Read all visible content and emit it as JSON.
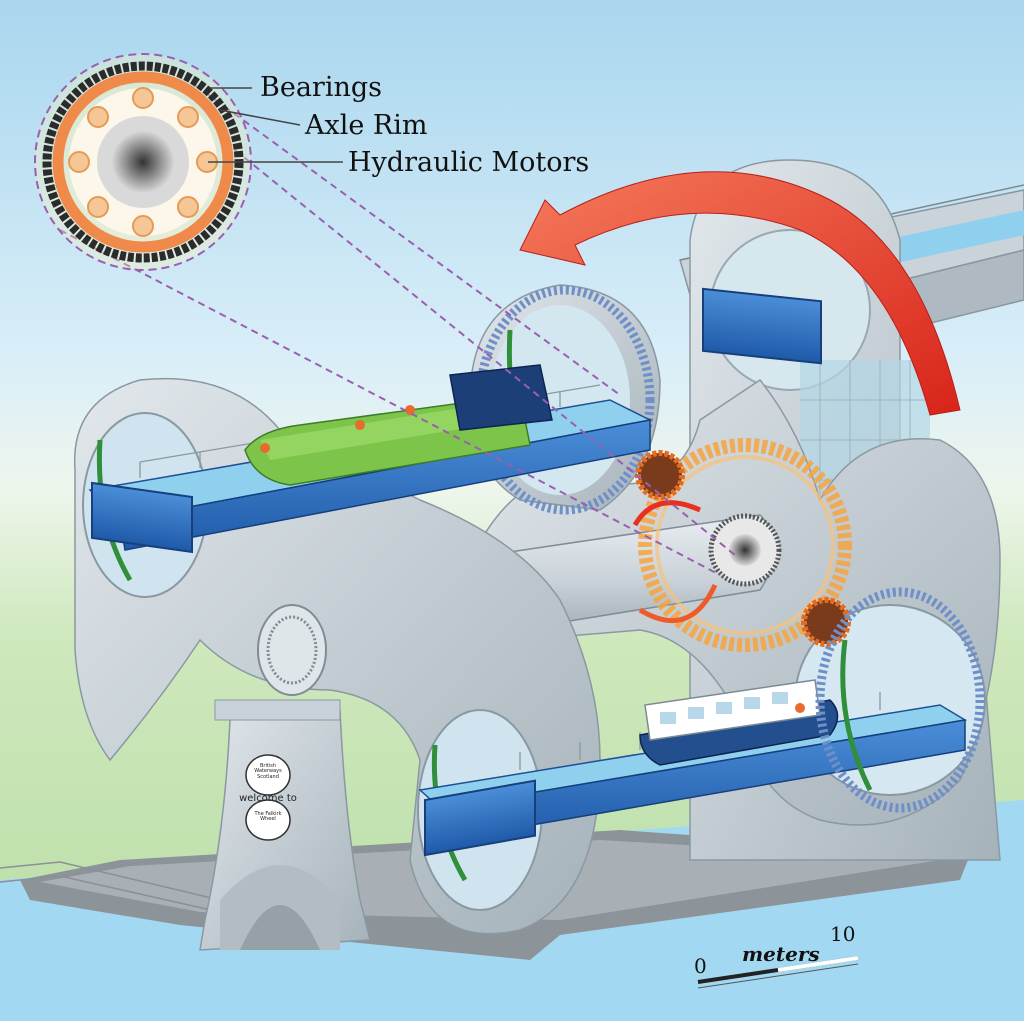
{
  "labels": {
    "bearings": "Bearings",
    "axle_rim": "Axle Rim",
    "hydraulic_motors": "Hydraulic Motors"
  },
  "sign": {
    "org_line1": "British",
    "org_line2": "Waterways",
    "org_line3": "Scotland",
    "welcome": "welcome to",
    "wheel_line1": "The Falkirk",
    "wheel_line2": "Wheel"
  },
  "scale": {
    "min": "0",
    "unit": "meters",
    "max": "10"
  },
  "colors": {
    "sky": "#cfe8f6",
    "grass": "#c9e6b8",
    "steel": "#c3cdd3",
    "gondola_blue": "#2d6fc0",
    "water": "#8fd0ee",
    "rotation_arrow": "#e8301e",
    "gear_orange": "#f7a340",
    "callout_line": "#9a5fb0"
  },
  "icons": {
    "rotation_arrow": "curved-red-arrow",
    "sign_logo": "bws-logo"
  }
}
